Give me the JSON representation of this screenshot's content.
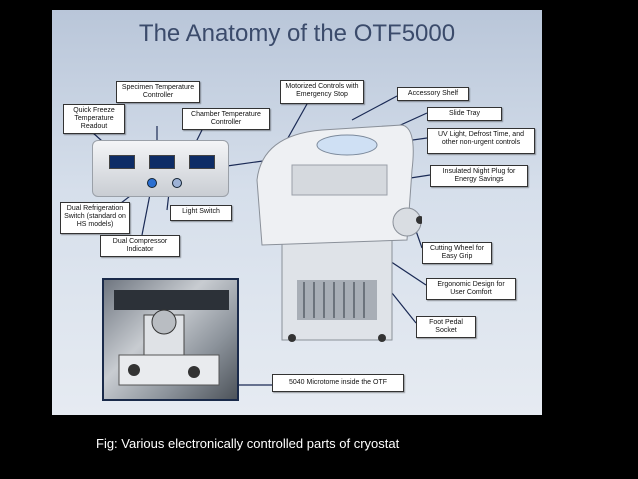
{
  "slide": {
    "title": "The Anatomy of the OTF5000"
  },
  "labels": {
    "specimen_temp": "Specimen Temperature Controller",
    "quick_freeze": "Quick Freeze Temperature Readout",
    "chamber_temp": "Chamber Temperature Controller",
    "motorized": "Motorized Controls with Emergency Stop",
    "accessory_shelf": "Accessory Shelf",
    "slide_tray": "Slide Tray",
    "uv_light": "UV Light, Defrost Time, and other non-urgent controls",
    "night_plug": "Insulated Night Plug for Energy Savings",
    "dual_refrig": "Dual Refrigeration Switch (standard on HS models)",
    "light_switch": "Light Switch",
    "dual_compressor": "Dual Compressor Indicator",
    "cutting_wheel": "Cutting Wheel for Easy Grip",
    "ergonomic": "Ergonomic Design for User Comfort",
    "foot_pedal": "Foot Pedal Socket",
    "microtome": "5040 Microtome inside the OTF"
  },
  "caption": "Fig: Various  electronically controlled parts of cryostat",
  "colors": {
    "background": "#000000",
    "title": "#3b4b6b",
    "display": "#0d2c66",
    "button": "#2b6fd1"
  }
}
